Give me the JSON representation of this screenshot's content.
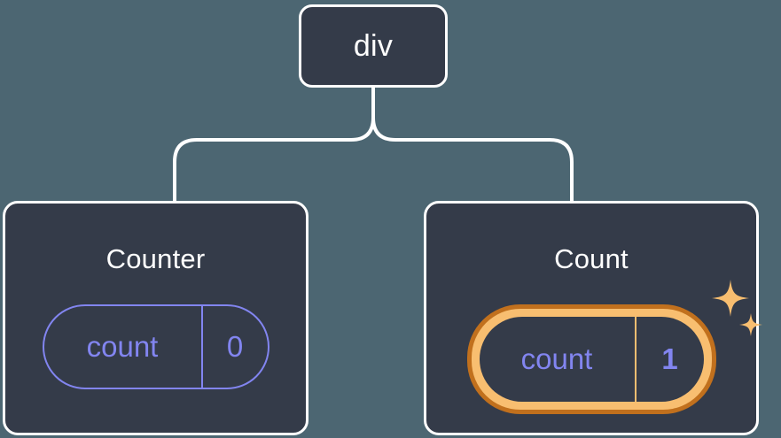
{
  "diagram": {
    "type": "component-tree",
    "root": {
      "label": "div"
    },
    "children": [
      {
        "title": "Counter",
        "highlighted": false,
        "state": {
          "key": "count",
          "value": "0"
        }
      },
      {
        "title": "Count",
        "highlighted": true,
        "sparkle_large": "sparkle-icon",
        "sparkle_small": "sparkle-icon",
        "state": {
          "key": "count",
          "value": "1"
        }
      }
    ],
    "connector": {
      "name": "tree-connector",
      "style": "rounded-elbow"
    },
    "colors": {
      "background": "#4c6672",
      "node_fill": "#343b49",
      "node_border": "#ffffff",
      "text": "#ffffff",
      "pill_accent": "#8285f0",
      "highlight_outer": "#c1701d",
      "highlight_inner": "#f8be70"
    }
  }
}
